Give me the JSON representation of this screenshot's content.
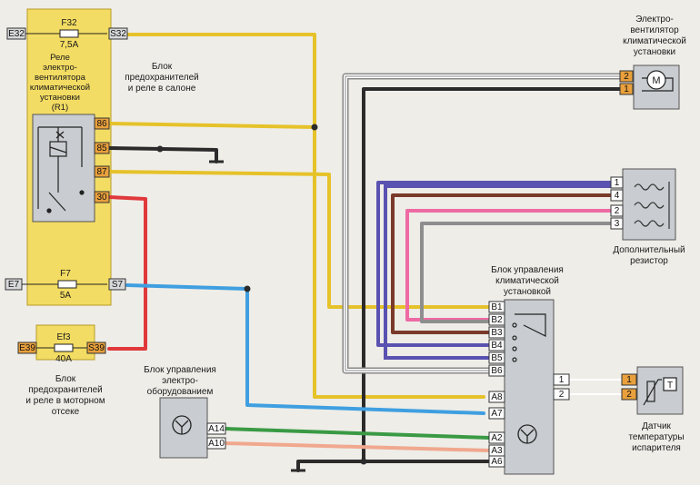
{
  "colors": {
    "yellow_zone": "#f3dc63",
    "box_gray": "#c9ccd0",
    "pin_orange": "#e9a03c",
    "wire_yellow": "#e6c22a",
    "wire_black": "#2b2b2b",
    "wire_red": "#e0383b",
    "wire_blue": "#3f9fe0",
    "wire_purple": "#5a52b0",
    "wire_brown": "#7a3a2a",
    "wire_pink": "#ee6aa4",
    "wire_gray": "#8e8e8e",
    "wire_green": "#3a9a44",
    "wire_salmon": "#f0a88e"
  },
  "cabin_block": {
    "fuse_f32": {
      "name": "F32",
      "rating": "7,5A",
      "left_pin": "E32",
      "right_pin": "S32"
    },
    "relay_title": [
      "Реле",
      "электро-",
      "вентилятора",
      "климатической",
      "установки",
      "(R1)"
    ],
    "relay_pins": [
      "86",
      "85",
      "87",
      "30"
    ],
    "fuse_f7": {
      "name": "F7",
      "rating": "5A",
      "left_pin": "E7",
      "right_pin": "S7"
    },
    "caption": [
      "Блок",
      "предохранителей",
      "и реле в салоне"
    ]
  },
  "engine_block": {
    "fuse_ef3": {
      "name": "Ef3",
      "rating": "40A",
      "left_pin": "E39",
      "right_pin": "S39"
    },
    "caption": [
      "Блок",
      "предохранителей",
      "и реле в моторном",
      "отсеке"
    ]
  },
  "fan": {
    "title": [
      "Электро-",
      "вентилятор",
      "климатической",
      "установки"
    ],
    "pins": [
      "2",
      "1"
    ],
    "symbol": "M"
  },
  "resistor": {
    "pins": [
      "1",
      "4",
      "2",
      "3"
    ],
    "caption": [
      "Дополнительный",
      "резистор"
    ]
  },
  "climate_unit": {
    "title": [
      "Блок управления",
      "климатической",
      "установкой"
    ],
    "pins_top": [
      "B1",
      "B2",
      "B3",
      "B4",
      "B5",
      "B6"
    ],
    "pins_bottom": [
      "A8",
      "A7",
      "A2",
      "A3",
      "A6"
    ],
    "pins_right": [
      "1",
      "2"
    ]
  },
  "ecu": {
    "title": [
      "Блок управления",
      "электро-",
      "оборудованием"
    ],
    "pins": [
      "A14",
      "A10"
    ]
  },
  "sensor": {
    "pins": [
      "1",
      "2"
    ],
    "symbol": "T",
    "caption": [
      "Датчик",
      "температуры",
      "испарителя"
    ]
  }
}
